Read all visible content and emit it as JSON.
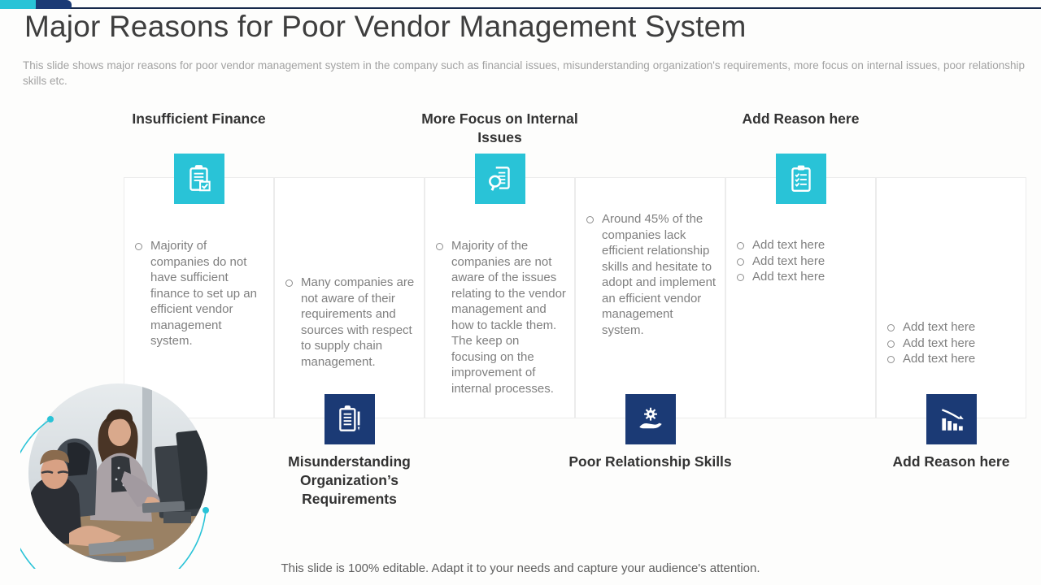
{
  "slide": {
    "title": "Major Reasons for Poor Vendor Management System",
    "subtitle": "This slide shows major reasons for poor vendor management system in the company such as financial issues, misunderstanding organization's requirements, more focus on internal issues, poor relationship skills etc.",
    "footer": "This slide is 100% editable. Adapt it to your needs and capture your audience's attention."
  },
  "colors": {
    "accent_cyan": "#29c3d7",
    "accent_navy": "#1b3a75",
    "title_text": "#3e3e3e",
    "heading_text": "#333333",
    "body_text": "#7f7f7f",
    "subtitle_text": "#a2a2a2",
    "box_border": "#ececec"
  },
  "columns": [
    {
      "heading": "Insufficient Finance",
      "icon": "clipboard-check-icon",
      "icon_color": "cyan",
      "icon_position": "top",
      "bullets": [
        "Majority of companies do not have sufficient finance to set up an efficient vendor management system."
      ]
    },
    {
      "heading": "Misunderstanding Organization’s Requirements",
      "icon": "clipboard-pencil-icon",
      "icon_color": "navy",
      "icon_position": "bottom",
      "bullets": [
        "Many companies are not aware of their requirements and sources with respect to supply chain management."
      ]
    },
    {
      "heading": "More Focus on Internal Issues",
      "icon": "document-magnifier-icon",
      "icon_color": "cyan",
      "icon_position": "top",
      "bullets": [
        "Majority of the companies are not aware of the issues relating to the vendor management and how to tackle them. The keep on focusing on the improvement of internal processes."
      ]
    },
    {
      "heading": "Poor Relationship Skills",
      "icon": "gear-hand-icon",
      "icon_color": "navy",
      "icon_position": "bottom",
      "bullets": [
        "Around 45% of the companies lack efficient relationship skills and hesitate to adopt and implement an efficient vendor management system."
      ]
    },
    {
      "heading": "Add Reason here",
      "icon": "checklist-clipboard-icon",
      "icon_color": "cyan",
      "icon_position": "top",
      "bullets": [
        "Add text here",
        "Add text here",
        "Add text here"
      ]
    },
    {
      "heading": "Add Reason here",
      "icon": "bar-chart-decline-icon",
      "icon_color": "navy",
      "icon_position": "bottom",
      "bullets": [
        "Add text here",
        "Add text here",
        "Add text here"
      ]
    }
  ]
}
